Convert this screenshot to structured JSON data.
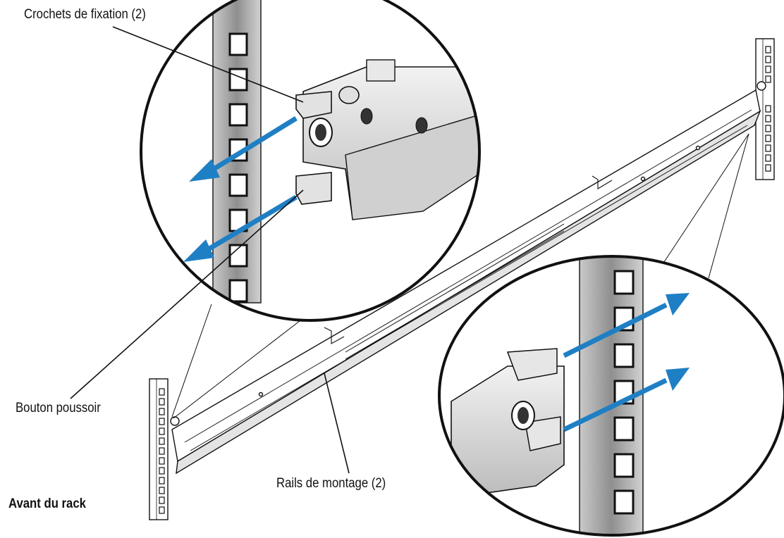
{
  "labels": {
    "mounting_hooks": "Crochets de fixation (2)",
    "push_button": "Bouton poussoir",
    "mounting_rails": "Rails de montage (2)",
    "rack_front": "Avant du rack"
  },
  "colors": {
    "arrow": "#1f7fc4",
    "metal": "#d6d6d6",
    "metal_dark": "#9a9a9a",
    "outline": "#111111"
  }
}
